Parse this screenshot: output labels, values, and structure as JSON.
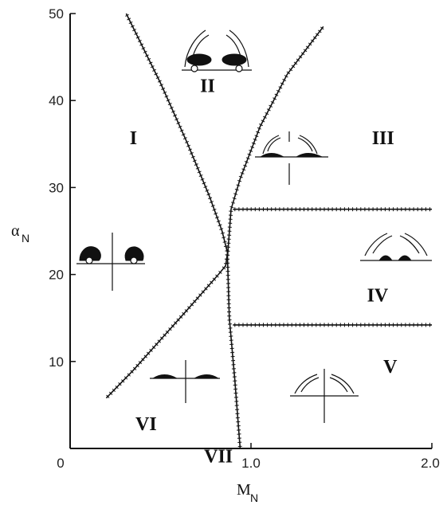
{
  "chart_data": {
    "type": "line",
    "title": "",
    "xlabel": "M",
    "xlabel_sub": "N",
    "ylabel": "α",
    "ylabel_sub": "N",
    "xlim": [
      0,
      2.0
    ],
    "ylim": [
      0,
      50
    ],
    "x_ticks": [
      {
        "value": 0,
        "label": "0"
      },
      {
        "value": 1.0,
        "label": "1.0"
      },
      {
        "value": 2.0,
        "label": "2.0"
      }
    ],
    "y_ticks": [
      {
        "value": 10,
        "label": "10"
      },
      {
        "value": 20,
        "label": "20"
      },
      {
        "value": 30,
        "label": "30"
      },
      {
        "value": 40,
        "label": "40"
      },
      {
        "value": 50,
        "label": "50"
      }
    ],
    "grid": false,
    "series": [
      {
        "points": [
          [
            0.31,
            50
          ],
          [
            0.5,
            42
          ],
          [
            0.65,
            35
          ],
          [
            0.77,
            29
          ],
          [
            0.84,
            25
          ],
          [
            0.87,
            22.5
          ],
          [
            0.86,
            21
          ],
          [
            0.82,
            20
          ]
        ]
      },
      {
        "points": [
          [
            0.82,
            20
          ],
          [
            0.65,
            16
          ],
          [
            0.5,
            12.5
          ],
          [
            0.35,
            9
          ],
          [
            0.2,
            5.8
          ]
        ]
      },
      {
        "points": [
          [
            1.4,
            48.5
          ],
          [
            1.2,
            43
          ],
          [
            1.05,
            37
          ],
          [
            0.94,
            31
          ],
          [
            0.89,
            27.5
          ],
          [
            0.87,
            22
          ],
          [
            0.88,
            15
          ],
          [
            0.91,
            8
          ],
          [
            0.94,
            0
          ]
        ]
      },
      {
        "points": [
          [
            0.9,
            27.5
          ],
          [
            2.0,
            27.5
          ]
        ]
      },
      {
        "points": [
          [
            0.9,
            14.2
          ],
          [
            2.0,
            14.2
          ]
        ]
      }
    ],
    "annotations": [
      {
        "text": "I",
        "x": 0.35,
        "y": 35
      },
      {
        "text": "II",
        "x": 0.76,
        "y": 41
      },
      {
        "text": "III",
        "x": 1.73,
        "y": 35
      },
      {
        "text": "IV",
        "x": 1.7,
        "y": 16.9
      },
      {
        "text": "V",
        "x": 1.77,
        "y": 8.7
      },
      {
        "text": "VI",
        "x": 0.42,
        "y": 2.1
      },
      {
        "text": "VII",
        "x": 0.82,
        "y": -1.6
      }
    ]
  }
}
